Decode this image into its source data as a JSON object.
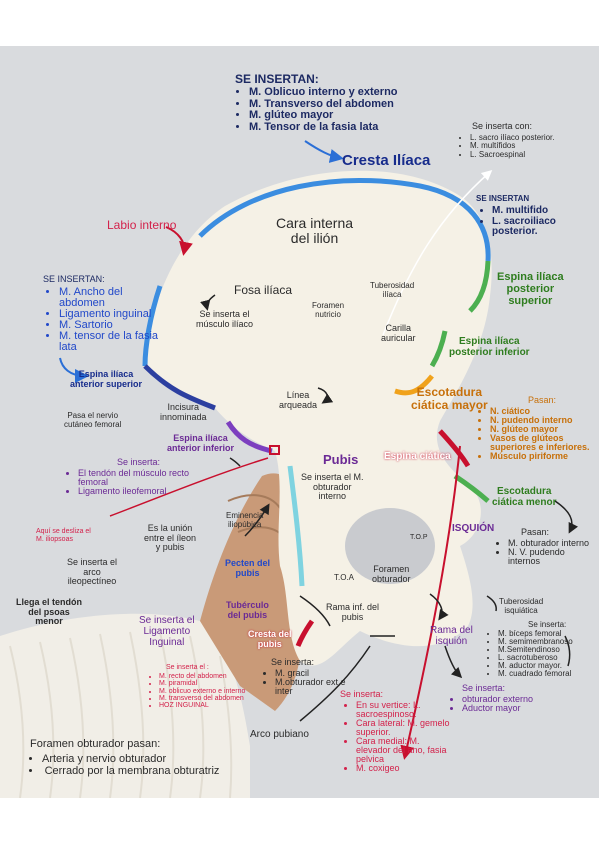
{
  "top_insertions": {
    "title": "SE INSERTAN:",
    "items": [
      "M. Oblicuo interno y externo",
      "M. Transverso del abdomen",
      "M. glúteo mayor",
      "M. Tensor de la fasia lata"
    ]
  },
  "cresta_iliaca": "Cresta Ilíaca",
  "labio_interno": "Labio interno",
  "cara_interna": [
    "Cara interna",
    "del ilión"
  ],
  "fosa_iliaca": "Fosa ilíaca",
  "fosa_note": [
    "Se inserta el",
    "músculo ilíaco"
  ],
  "foramen_nutricio": [
    "Foramen",
    "nutricio"
  ],
  "tuberosidad_iliaca": [
    "Tuberosidad",
    "ilíaca"
  ],
  "carilla_auricular": [
    "Carilla",
    "auricular"
  ],
  "right_top": {
    "title": "Se inserta con:",
    "items": [
      "L. sacro ilíaco posterior.",
      "M. multífidos",
      "L. Sacroespinal"
    ]
  },
  "right_top2": {
    "title": "SE INSERTAN",
    "items": [
      "M. multifido",
      "L. sacroiliaco posterior."
    ]
  },
  "espina_post_sup": [
    "Espina ilíaca",
    "posterior",
    "superior"
  ],
  "espina_post_inf": [
    "Espina ilíaca",
    "posterior inferior"
  ],
  "left_insertions": {
    "title": "SE INSERTAN:",
    "items": [
      "M. Ancho del abdomen",
      "Ligamento inguinal",
      "M. Sartorio",
      "M. tensor de la fasia lata"
    ]
  },
  "espina_ant_sup": [
    "Espina ilíaca",
    "anterior superior"
  ],
  "incisura": [
    "Incisura",
    "innominada"
  ],
  "nervio_note": [
    "Pasa el nervio",
    "cutáneo femoral"
  ],
  "linea_arqueada": [
    "Línea",
    "arqueada"
  ],
  "escotadura_mayor": [
    "Escotadura",
    "ciática mayor"
  ],
  "pasan_mayor": {
    "title": "Pasan:",
    "items": [
      "N. ciático",
      "N. pudendo interno",
      "N. glúteo mayor",
      "Vasos de glúteos superiores e inferiores.",
      "Músculo piriforme"
    ]
  },
  "espina_ant_inf": [
    "Espina ilíaca",
    "anterior inferior"
  ],
  "left_inserta": {
    "title": "Se inserta:",
    "items": [
      "El tendón del músculo recto femoral",
      "Ligamento ileofemoral"
    ]
  },
  "pubis": "Pubis",
  "obturador_interno_note": [
    "Se inserta el M.",
    "obturador",
    "interno"
  ],
  "espina_ciatica": "Espina ciática",
  "escotadura_menor": [
    "Escotadura",
    "ciática menor"
  ],
  "psoas_note": [
    "Aquí se desliza el",
    "M. iliopsoas"
  ],
  "union_note": [
    "Es la unión",
    "entre el íleon",
    "y pubis"
  ],
  "eminencia": [
    "Eminencia",
    "iliopúbica"
  ],
  "isquion": "ISQUIÓN",
  "pasan_menor": {
    "title": "Pasan:",
    "items": [
      "M. obturador interno",
      "N. V. pudendo internos"
    ]
  },
  "tp": "T.O.P",
  "arco_ileopectineo": [
    "Se inserta el",
    "arco",
    "ileopectíneo"
  ],
  "pecten": [
    "Pecten del",
    "pubis"
  ],
  "toa": "T.O.A",
  "foramen_obturador": [
    "Foramen",
    "obturador"
  ],
  "tendon_psoas": [
    "Llega el tendón",
    "del psoas",
    "menor"
  ],
  "tuberculo": [
    "Tubérculo",
    "del pubis"
  ],
  "rama_inf_pubis": [
    "Rama inf. del",
    "pubis"
  ],
  "tuberosidad_isquiatica": [
    "Tuberosidad",
    "isquiática"
  ],
  "lig_inguinal_note": [
    "Se inserta el",
    "Ligamento",
    "Inguinal"
  ],
  "cresta_pubis": [
    "Cresta del",
    "pubis"
  ],
  "rama_isquion": [
    "Rama del",
    "isquión"
  ],
  "isquion_inserta": {
    "title": "Se inserta:",
    "items": [
      "M. bíceps femoral",
      "M. semimembranoso",
      "M.Semitendinoso",
      "L. sacrotuberoso",
      "M. aductor mayor.",
      "M. cuadrado femoral"
    ]
  },
  "cresta_inserta": {
    "title": "Se inserta el :",
    "items": [
      "M. recto del abdomen",
      "M. piramidal",
      "M. oblicuo externo e interno",
      "M. transverso del abdomen",
      "HOZ INGUINAL"
    ]
  },
  "rama_inserta": {
    "title": "Se inserta:",
    "items": [
      "M. gracil",
      "M.obturador ext e inter"
    ]
  },
  "ext_inserta": {
    "title": "Se inserta:",
    "items": [
      "obturador externo",
      "Aductor mayor"
    ]
  },
  "vertice_inserta": {
    "title": "Se inserta:",
    "items": [
      "En su vertice: L. sacroespinoso.",
      "Cara lateral: M. gemelo superior.",
      "Cara medial: M. elevador del ano, fasia pelvica",
      "M. coxigeo"
    ]
  },
  "arco_pubiano": "Arco pubiano",
  "foramen_pasan": {
    "title": "Foramen obturador pasan:",
    "items": [
      "Arteria y nervio obturador",
      "Cerrado por la membrana obturatriz"
    ]
  }
}
